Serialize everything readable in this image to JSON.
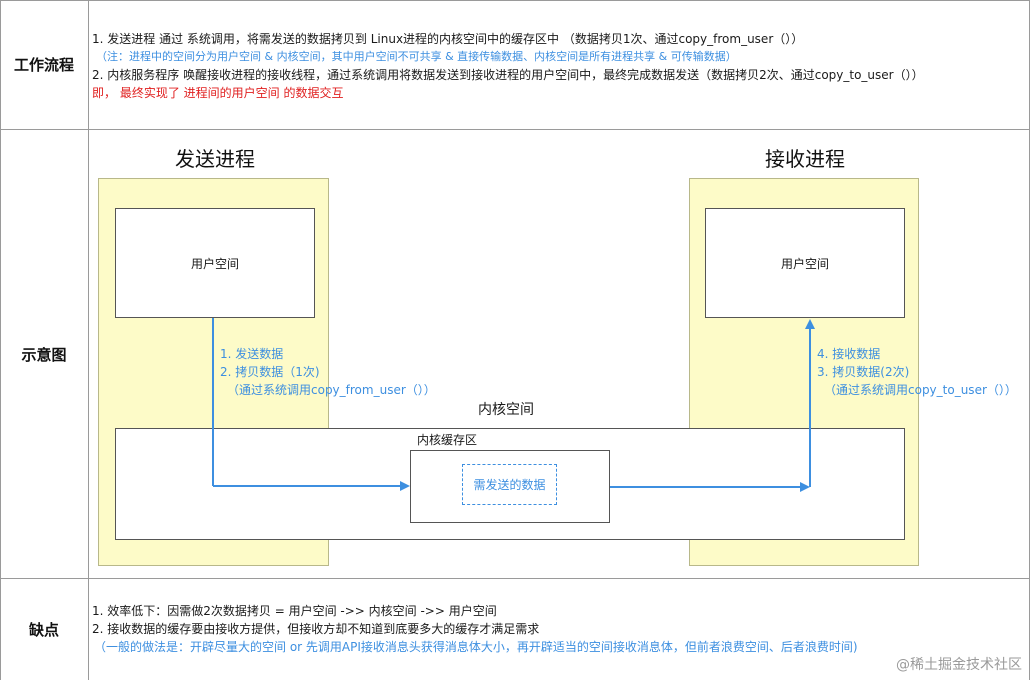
{
  "rows": {
    "workflow": "工作流程",
    "diagram": "示意图",
    "drawbacks": "缺点"
  },
  "workflow": {
    "line1": "1. 发送进程 通过 系统调用，将需发送的数据拷贝到 Linux进程的内核空间中的缓存区中 （数据拷贝1次、通过copy_from_user（））",
    "note": "（注：进程中的空间分为用户空间 & 内核空间，其中用户空间不可共享 & 直接传输数据、内核空间是所有进程共享 & 可传输数据）",
    "line2": "2. 内核服务程序 唤醒接收进程的接收线程，通过系统调用将数据发送到接收进程的用户空间中，最终完成数据发送（数据拷贝2次、通过copy_to_user（））",
    "summary": "即， 最终实现了 进程间的用户空间 的数据交互"
  },
  "diagram": {
    "sender_title": "发送进程",
    "receiver_title": "接收进程",
    "sender_user_space": "用户空间",
    "receiver_user_space": "用户空间",
    "kernel_space": "内核空间",
    "kernel_buffer": "内核缓存区",
    "data_to_send": "需发送的数据",
    "send_steps": [
      "1. 发送数据",
      "2. 拷贝数据（1次)",
      "（通过系统调用copy_from_user（））"
    ],
    "recv_steps": [
      "4. 接收数据",
      "3. 拷贝数据(2次)",
      "（通过系统调用copy_to_user（））"
    ],
    "colors": {
      "process_fill": "#fdfbc8",
      "arrow": "#3d8fe0",
      "highlight": "#e02020"
    }
  },
  "drawbacks": {
    "line1": "1.  效率低下：因需做2次数据拷贝 = 用户空间 ->> 内核空间 ->> 用户空间",
    "line2": "2. 接收数据的缓存要由接收方提供，但接收方却不知道到底要多大的缓存才满足需求",
    "note": "（一般的做法是：开辟尽量大的空间 or 先调用API接收消息头获得消息体大小，再开辟适当的空间接收消息体，但前者浪费空间、后者浪费时间)"
  },
  "watermark": "@稀土掘金技术社区"
}
